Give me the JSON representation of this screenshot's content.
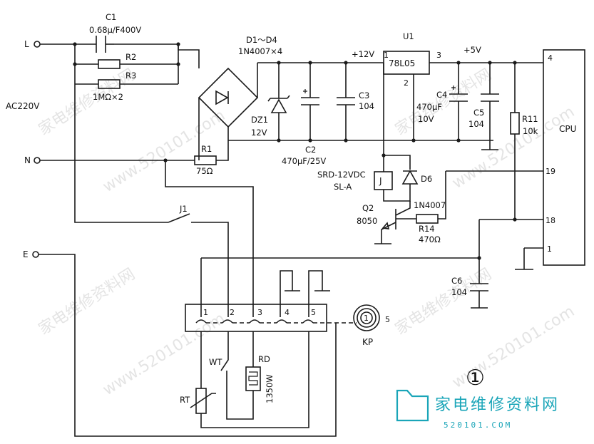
{
  "terminals": {
    "L": "L",
    "N": "N",
    "E": "E",
    "supply": "AC220V"
  },
  "components": {
    "C1_ref": "C1",
    "C1_val": "0.68μ/F400V",
    "R2_ref": "R2",
    "R3_ref": "R3",
    "R23_val": "1MΩ×2",
    "D_ref": "D1～D4",
    "D_val": "1N4007×4",
    "DZ1_ref": "DZ1",
    "DZ1_val": "12V",
    "C2_ref": "C2",
    "C2_val": "470μF/25V",
    "C3_ref": "C3",
    "C3_val": "104",
    "U1_ref": "U1",
    "U1_part": "78L05",
    "C4_ref": "C4",
    "C4_val1": "470μF",
    "C4_val2": "10V",
    "C5_ref": "C5",
    "C5_val": "104",
    "R11_ref": "R11",
    "R11_val": "10k",
    "R1_ref": "R1",
    "R1_val": "75Ω",
    "relay_part1": "SRD-12VDC",
    "relay_part2": "SL-A",
    "relay_ref": "J",
    "D6_ref": "D6",
    "D6_val": "1N4007",
    "Q2_ref": "Q2",
    "Q2_val": "8050",
    "R14_ref": "R14",
    "R14_val": "470Ω",
    "J1_ref": "J1",
    "C6_ref": "C6",
    "C6_val": "104",
    "WT_ref": "WT",
    "RT_ref": "RT",
    "RD_ref": "RD",
    "RD_val": "1350W",
    "KP_ref": "KP",
    "KP_pin": "5",
    "KP_inner": "1"
  },
  "rails": {
    "v12": "+12V",
    "v5": "+5V"
  },
  "u1_pins": {
    "p1": "1",
    "p2": "2",
    "p3": "3"
  },
  "cpu": {
    "label": "CPU",
    "pin4": "4",
    "pin19": "19",
    "pin18": "18",
    "pin1": "1"
  },
  "connector": {
    "p1": "1",
    "p2": "2",
    "p3": "3",
    "p4": "4",
    "p5": "5"
  },
  "figure_number": "①",
  "watermark": {
    "text": "家电维修资料网",
    "url": "www.520101.com"
  },
  "brand": {
    "name": "家电维修资料网",
    "url": "520101.COM"
  }
}
